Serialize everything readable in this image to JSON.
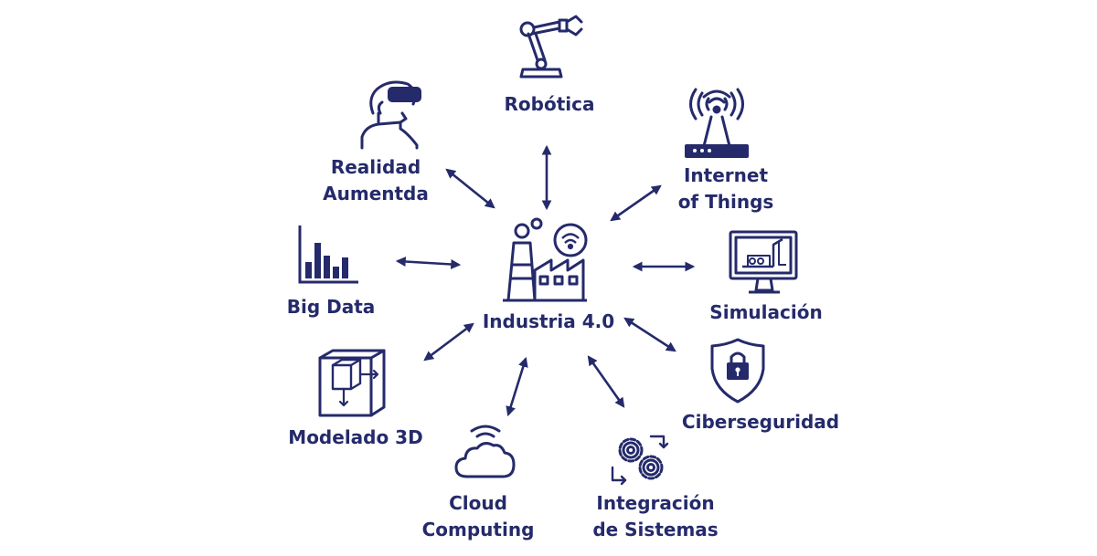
{
  "center": {
    "label": "Industria 4.0",
    "icon": "smart-factory-icon"
  },
  "nodes": [
    {
      "id": "robotica",
      "lines": [
        "Robótica"
      ],
      "icon": "robot-arm-icon"
    },
    {
      "id": "iot",
      "lines": [
        "Internet",
        "of Things"
      ],
      "icon": "wifi-router-icon"
    },
    {
      "id": "simulacion",
      "lines": [
        "Simulación"
      ],
      "icon": "monitor-simulation-icon"
    },
    {
      "id": "ciberseguridad",
      "lines": [
        "Ciberseguridad"
      ],
      "icon": "shield-lock-icon"
    },
    {
      "id": "integracion",
      "lines": [
        "Integración",
        "de Sistemas"
      ],
      "icon": "gears-cycle-icon"
    },
    {
      "id": "cloud",
      "lines": [
        "Cloud",
        "Computing"
      ],
      "icon": "cloud-wifi-icon"
    },
    {
      "id": "modelado",
      "lines": [
        "Modelado 3D"
      ],
      "icon": "cube-3d-icon"
    },
    {
      "id": "bigdata",
      "lines": [
        "Big Data"
      ],
      "icon": "bar-chart-icon"
    },
    {
      "id": "realidad",
      "lines": [
        "Realidad",
        "Aumentda"
      ],
      "icon": "vr-headset-person-icon"
    }
  ],
  "colors": {
    "primary": "#252a6b",
    "background": "#ffffff"
  }
}
